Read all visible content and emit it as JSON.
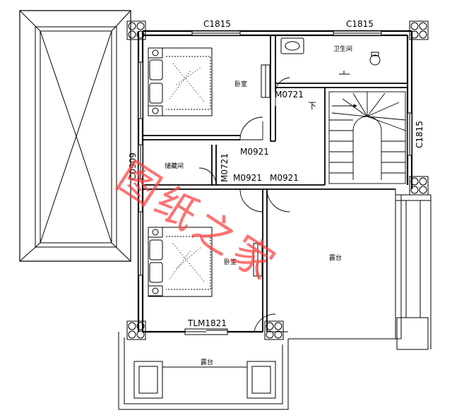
{
  "labels": {
    "window_bedroom1": "C1815",
    "window_bath": "C1815",
    "window_stair": "C1815",
    "window_storage": "C0909",
    "bathroom": "卫生间",
    "bedroom_upper": "卧室",
    "bedroom_lower": "卧室",
    "storage_room": "储藏间",
    "door_bath": "M0721",
    "door_bedroom1": "M0921",
    "door_storage": "M0721",
    "door_hall_left": "M0921",
    "door_hall_right": "M0921",
    "stair_down": "下",
    "terrace_right": "露台",
    "terrace_bottom": "露台",
    "sliding_door": "TLM1821"
  },
  "watermark": "图纸之家",
  "colors": {
    "line": "#000000",
    "watermark": "#ff4444"
  }
}
